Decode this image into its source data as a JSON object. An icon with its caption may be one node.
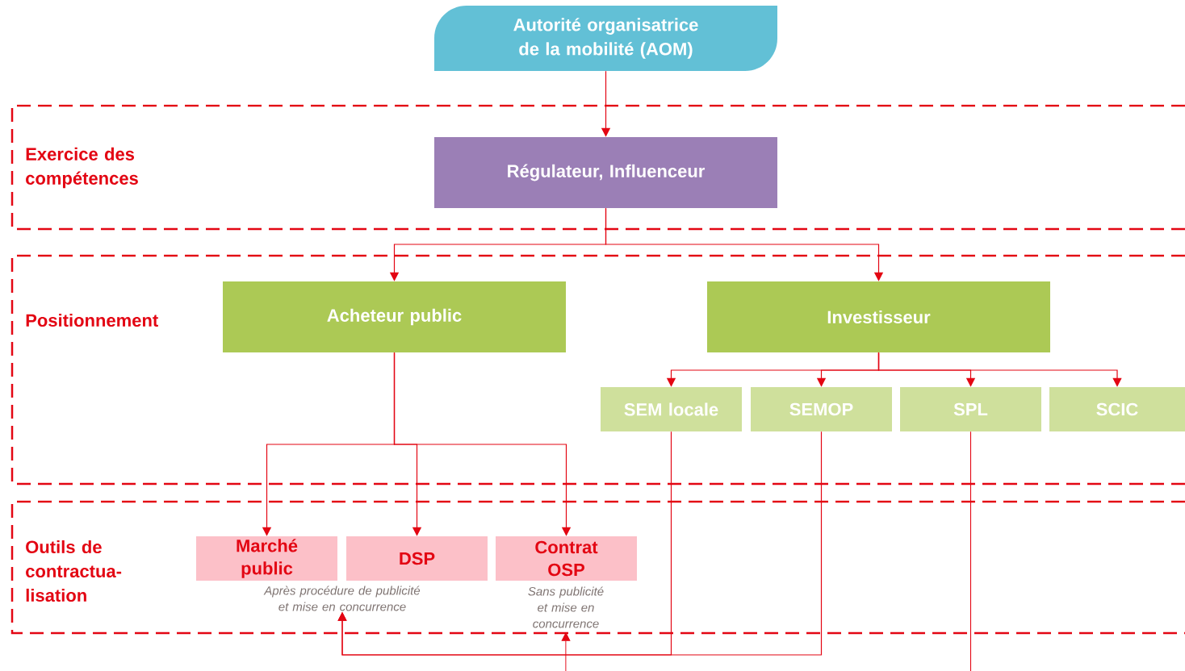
{
  "diagram": {
    "nodes": [
      {
        "text": [
          "Autorité organisatrice de la mobilité (AOM)"
        ]
      },
      {
        "text": [
          "Exercice des compétences"
        ]
      },
      {
        "text": [
          "Régulateur, Influenceur"
        ],
        "in": 1
      },
      {
        "text": [
          "Positionnement"
        ]
      },
      {
        "text": [
          "Acheteur public"
        ],
        "in": 3
      },
      {
        "text": [
          "Investisseur"
        ],
        "in": 3
      },
      {
        "text": [
          "SEM locale"
        ],
        "in": 3
      },
      {
        "text": [
          "SEMOP"
        ],
        "in": 3
      },
      {
        "text": [
          "SPL"
        ],
        "in": 3
      },
      {
        "text": [
          "SCIC"
        ],
        "in": 3
      },
      {
        "text": [
          "Outils de contractua- lisation"
        ]
      },
      {
        "text": [
          "Marché public"
        ],
        "in": 10
      },
      {
        "text": [
          "DSP"
        ],
        "in": 10
      },
      {
        "text": [
          "Contrat OSP"
        ],
        "in": 10,
        "beside": [
          "Sans publicité et mise en concurrence"
        ]
      },
      {
        "text": [
          "Après procédure de publicité et mise en concurrence"
        ],
        "in": 10
      }
    ],
    "edges": [
      {
        "from": 0,
        "to": 2,
        "arrow": "to"
      },
      {
        "from": 2,
        "to": 4,
        "arrow": "to"
      },
      {
        "from": 2,
        "to": 5,
        "arrow": "to"
      },
      {
        "from": 4,
        "to": 11,
        "arrow": "to"
      },
      {
        "from": 4,
        "to": 12,
        "arrow": "to"
      },
      {
        "from": 4,
        "to": 13,
        "arrow": "to"
      },
      {
        "from": 5,
        "to": 6,
        "arrow": "to"
      },
      {
        "from": 5,
        "to": 7,
        "arrow": "to"
      },
      {
        "from": 5,
        "to": 8,
        "arrow": "to"
      },
      {
        "from": 5,
        "to": 9,
        "arrow": "to"
      },
      {
        "from": 6,
        "to": 14,
        "arrow": "to"
      },
      {
        "from": 7,
        "to": 14,
        "arrow": "to"
      },
      {
        "from": null,
        "to": 13,
        "arrow": "to"
      },
      {
        "from": 8,
        "to": null,
        "arrow": "none"
      }
    ]
  }
}
